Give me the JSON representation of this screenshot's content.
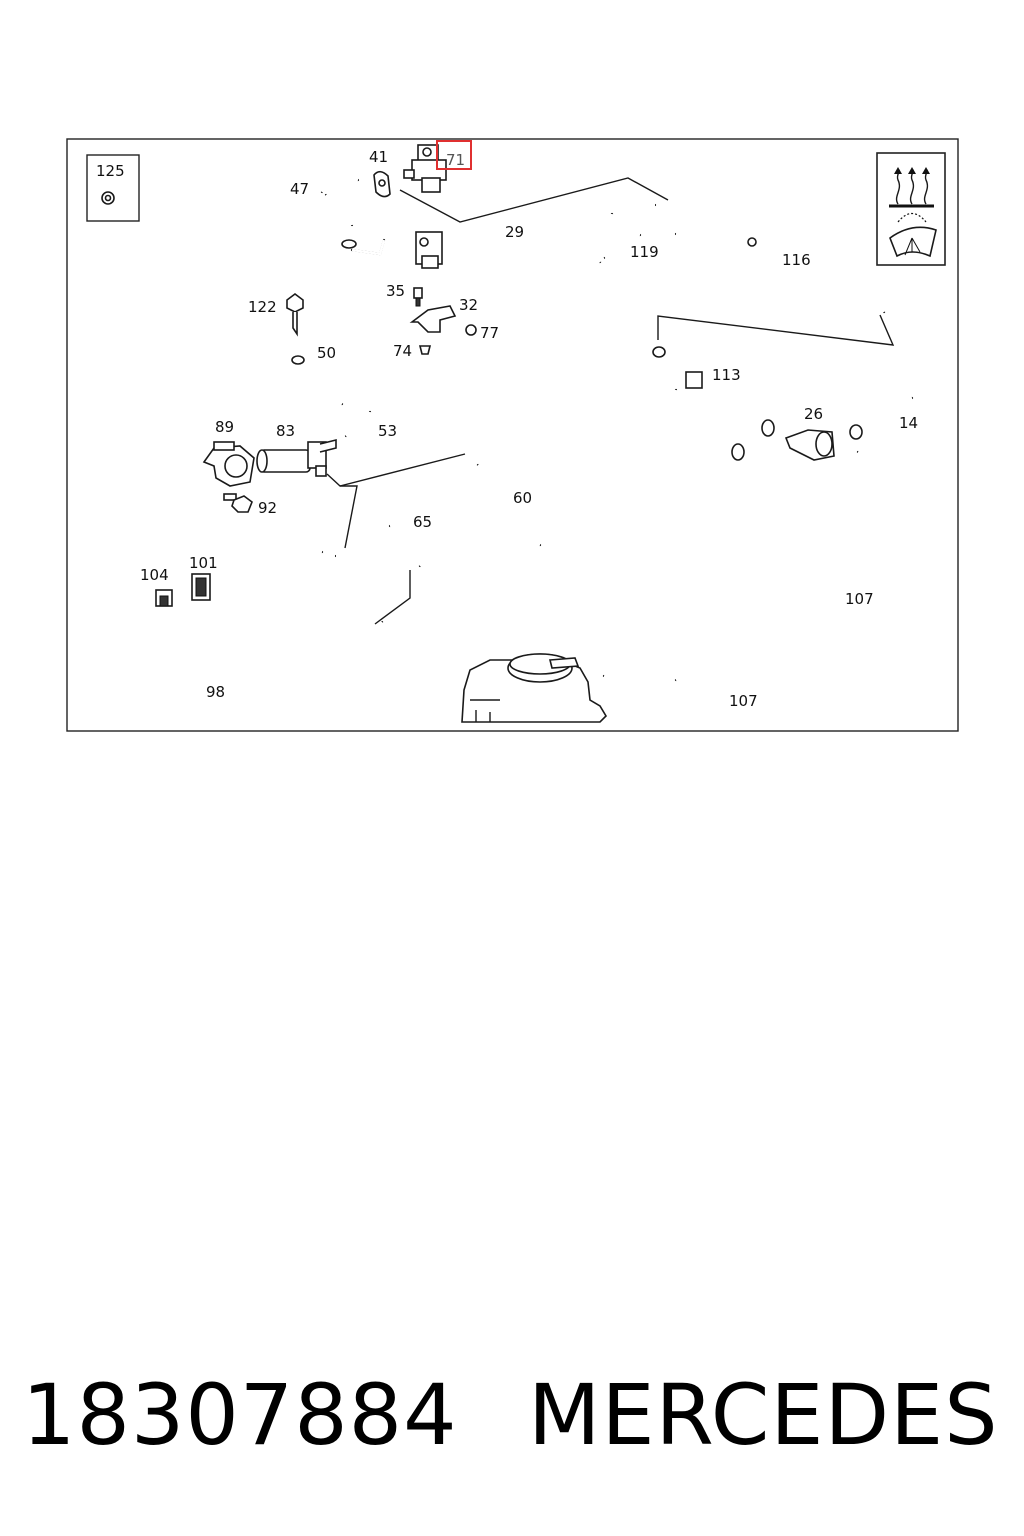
{
  "diagram": {
    "callouts": {
      "c125": "125",
      "c47": "47",
      "c41": "41",
      "c71": "71",
      "c29": "29",
      "c119": "119",
      "c116": "116",
      "c122": "122",
      "c35": "35",
      "c32": "32",
      "c77": "77",
      "c74": "74",
      "c50": "50",
      "c113": "113",
      "c26": "26",
      "c14": "14",
      "c89": "89",
      "c83": "83",
      "c53": "53",
      "c92": "92",
      "c60": "60",
      "c65": "65",
      "c104": "104",
      "c101": "101",
      "c107a": "107",
      "c98": "98",
      "c107b": "107"
    },
    "highlight_color": "#e03030"
  },
  "footer": {
    "part_number": "18307884",
    "brand": "MERCEDES"
  }
}
